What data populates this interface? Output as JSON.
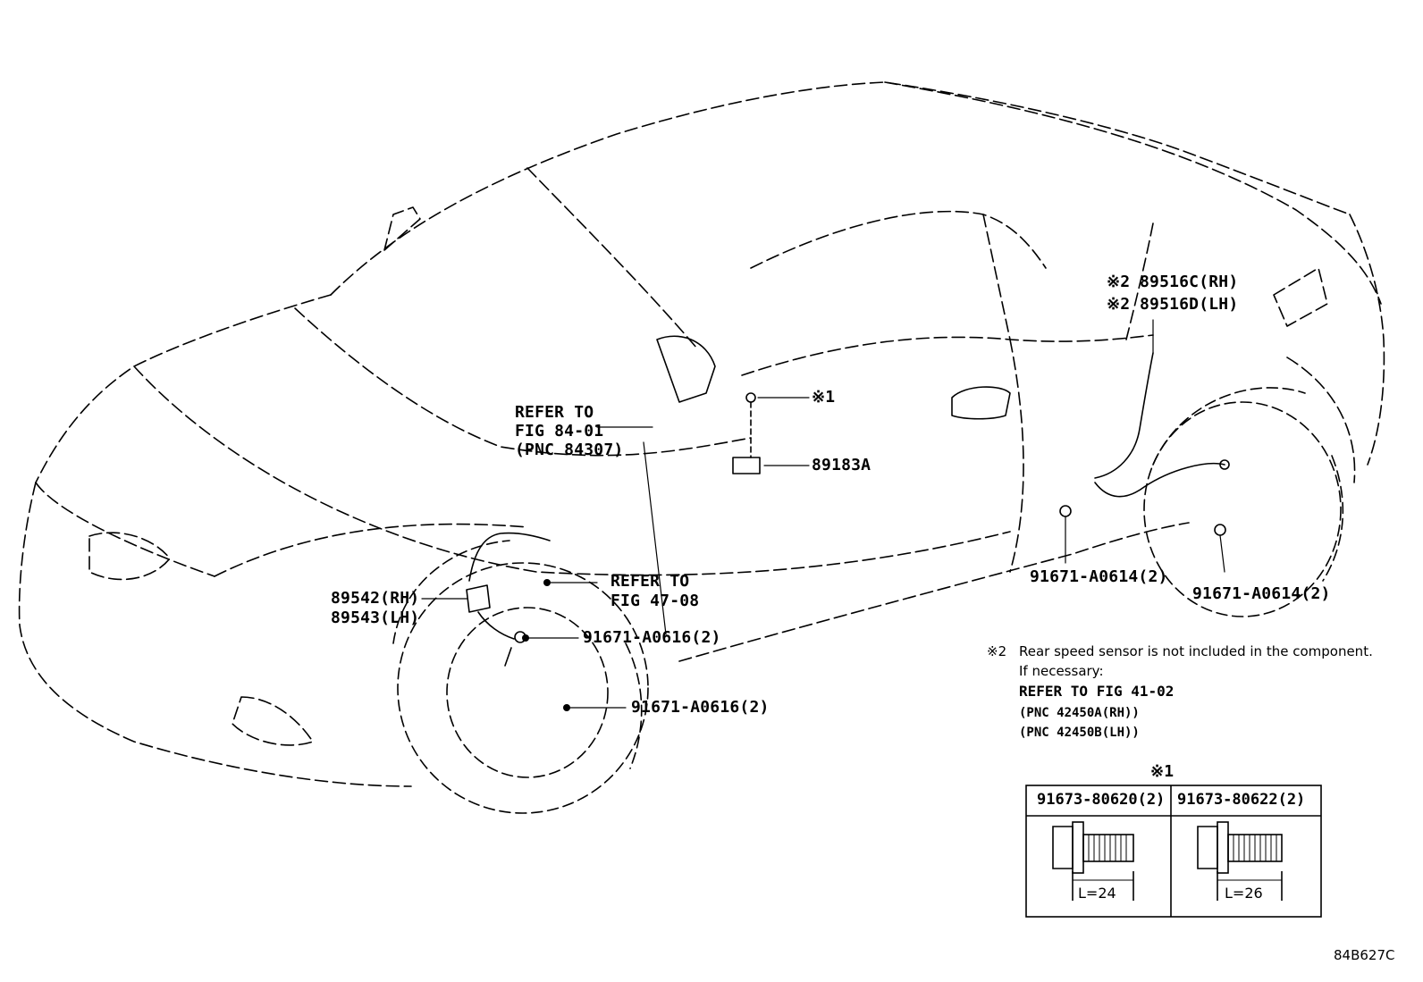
{
  "labels": {
    "refer_84_line1": "REFER TO",
    "refer_84_line2": "FIG 84-01",
    "refer_84_line3": "(PNC 84307)",
    "refer_47_line1": "REFER TO",
    "refer_47_line2": "FIG 47-08",
    "p89183a": "89183A",
    "p89542": "89542(RH)",
    "p89543": "89543(LH)",
    "p89516c": "89516C(RH)",
    "p89516d": "89516D(LH)",
    "bolt_a0616_upper": "91671-A0616(2)",
    "bolt_a0616_lower": "91671-A0616(2)",
    "bolt_a0614_left": "91671-A0614(2)",
    "bolt_a0614_right": "91671-A0614(2)",
    "mark1": "※1",
    "mark2_a": "※2",
    "mark2_b": "※2"
  },
  "note": {
    "mark": "※2",
    "line1": "Rear speed sensor is not included in the component.",
    "line2": "If necessary:",
    "line3": "REFER TO FIG 41-02",
    "line4": "(PNC 42450A(RH))",
    "line5": "(PNC 42450B(LH))"
  },
  "table": {
    "mark": "※1",
    "col1_part": "91673-80620(2)",
    "col2_part": "91673-80622(2)",
    "col1_length": "L=24",
    "col2_length": "L=26"
  },
  "illustration_code": "84B627C"
}
